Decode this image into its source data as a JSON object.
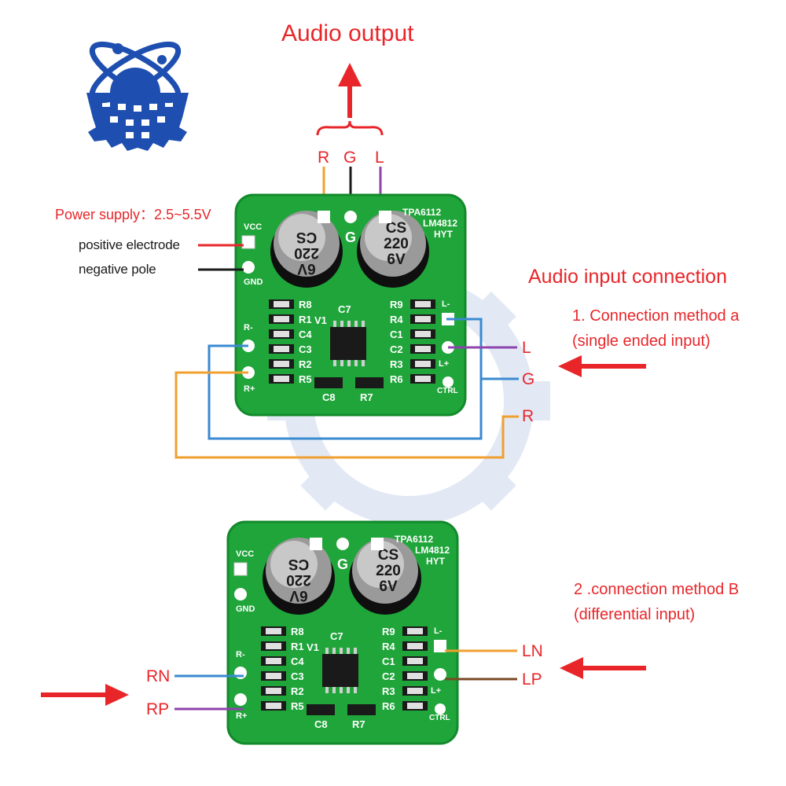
{
  "header": {
    "title": "Audio output",
    "channels": [
      "R",
      "G",
      "L"
    ]
  },
  "power": {
    "label": "Power supply：2.5~5.5V",
    "positive": "positive electrode",
    "negative": "negative pole"
  },
  "input_a": {
    "title": "Audio input connection",
    "method": "1. Connection method a",
    "method_note": "(single ended input)",
    "pins": [
      "L",
      "G",
      "R"
    ]
  },
  "input_b": {
    "method": "2 .connection method B",
    "method_note": "(differential input)",
    "left_pins": [
      "RN",
      "RP"
    ],
    "right_pins": [
      "LN",
      "LP"
    ]
  },
  "board": {
    "chip_label": "TPA6112",
    "chip_label2": "LM4812",
    "brand": "HYT",
    "vcc": "VCC",
    "gnd": "GND",
    "cap_left": [
      "CS",
      "220",
      "6V"
    ],
    "cap_right": [
      "CS",
      "220",
      "6V"
    ],
    "pin_g": "G",
    "r_minus": "R-",
    "r_plus": "R+",
    "l_minus": "L-",
    "l_plus": "L+",
    "ctrl": "CTRL",
    "parts_left": [
      "R8",
      "R1",
      "C4",
      "C3",
      "R2",
      "R5"
    ],
    "parts_right": [
      "R9",
      "R4",
      "C1",
      "C2",
      "R3",
      "R6"
    ],
    "parts_mid": [
      "V1",
      "C7",
      "C8",
      "R7"
    ]
  },
  "colors": {
    "accent_red": "#e8262a",
    "board_green": "#1fa53a",
    "wire_orange": "#f0a030",
    "wire_blue": "#3a8ad0",
    "wire_purple": "#8e44ad",
    "wire_brown": "#7a4a24",
    "logo_blue": "#1e4fb0"
  },
  "icons": [
    "atom-gear-logo",
    "up-arrow",
    "left-arrow",
    "right-arrow"
  ]
}
